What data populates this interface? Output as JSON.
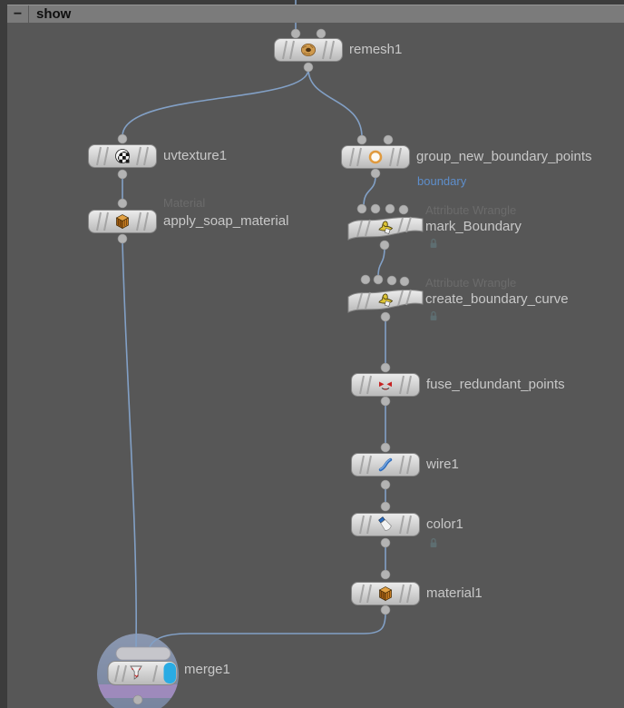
{
  "header": {
    "title": "show",
    "collapse_glyph": "−"
  },
  "nodes": {
    "remesh1": {
      "label": "remesh1",
      "icon": "torus"
    },
    "uvtexture1": {
      "label": "uvtexture1",
      "icon": "checker-sphere"
    },
    "apply_soap_material": {
      "label": "apply_soap_material",
      "type_label": "Material",
      "icon": "crate"
    },
    "group_new_boundary_points": {
      "label": "group_new_boundary_points",
      "output_tag": "boundary",
      "icon": "orange-ring"
    },
    "mark_Boundary": {
      "label": "mark_Boundary",
      "type_label": "Attribute Wrangle",
      "locked": true,
      "icon": "wrangler-hat"
    },
    "create_boundary_curve": {
      "label": "create_boundary_curve",
      "type_label": "Attribute Wrangle",
      "locked": true,
      "icon": "wrangler-hat"
    },
    "fuse_redundant_points": {
      "label": "fuse_redundant_points",
      "icon": "fuse-arrows"
    },
    "wire1": {
      "label": "wire1",
      "icon": "wire-stroke"
    },
    "color1": {
      "label": "color1",
      "locked": true,
      "icon": "paint-tube"
    },
    "material1": {
      "label": "material1",
      "icon": "crate"
    },
    "merge1": {
      "label": "merge1",
      "icon": "merge-funnel",
      "display_flag_on": true
    }
  },
  "colors": {
    "background_outer": "#3c3c3c",
    "network_background": "#575757",
    "header_bar": "#7b7b7b",
    "wire": "#82a0c6",
    "node_body": "#d6d6d6",
    "connector_dot": "#b3b3b3",
    "label_text": "#c8c8c8",
    "type_label_text": "#6b6b6b",
    "output_tag_text": "#5e8ecb",
    "display_flag_blue": "#29abe3",
    "halo_blue": "#8090aa",
    "halo_purple": "#9e8abc"
  }
}
